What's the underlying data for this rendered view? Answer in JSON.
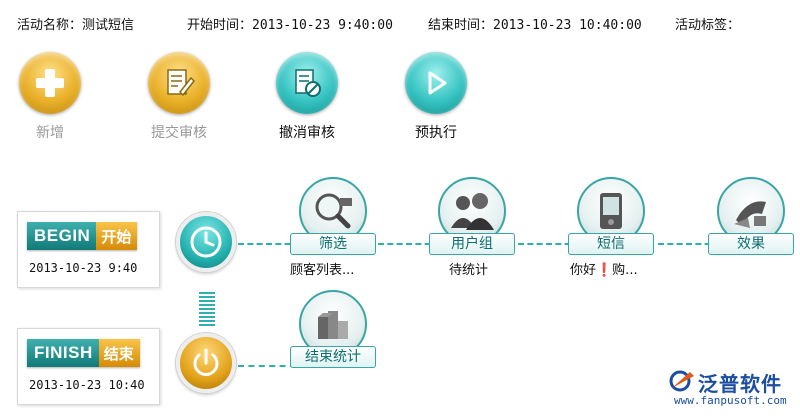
{
  "header": {
    "name_label": "活动名称：",
    "name_value": "测试短信",
    "start_label": "开始时间：",
    "start_value": "2013-10-23 9:40:00",
    "end_label": "结束时间：",
    "end_value": "2013-10-23 10:40:00",
    "tag_label": "活动标签："
  },
  "toolbar": {
    "add": "新增",
    "submit_review": "提交审核",
    "cancel_review": "撤消审核",
    "pre_execute": "预执行"
  },
  "flow": {
    "begin": {
      "en": "BEGIN",
      "cn": "开始",
      "time": "2013-10-23 9:40"
    },
    "finish": {
      "en": "FINISH",
      "cn": "结束",
      "time": "2013-10-23 10:40"
    },
    "nodes": [
      {
        "label": "筛选",
        "sub": "顾客列表..."
      },
      {
        "label": "用户组",
        "sub": "待统计"
      },
      {
        "label": "短信",
        "sub": "你好❗购..."
      },
      {
        "label": "效果",
        "sub": ""
      }
    ],
    "end_node": {
      "label": "结束统计"
    }
  },
  "logo": {
    "name": "泛普软件",
    "url": "www.fanpusoft.com"
  },
  "colors": {
    "teal": "#2fb0b0",
    "gold": "#e9b028",
    "brand_blue": "#1b4ea0"
  }
}
